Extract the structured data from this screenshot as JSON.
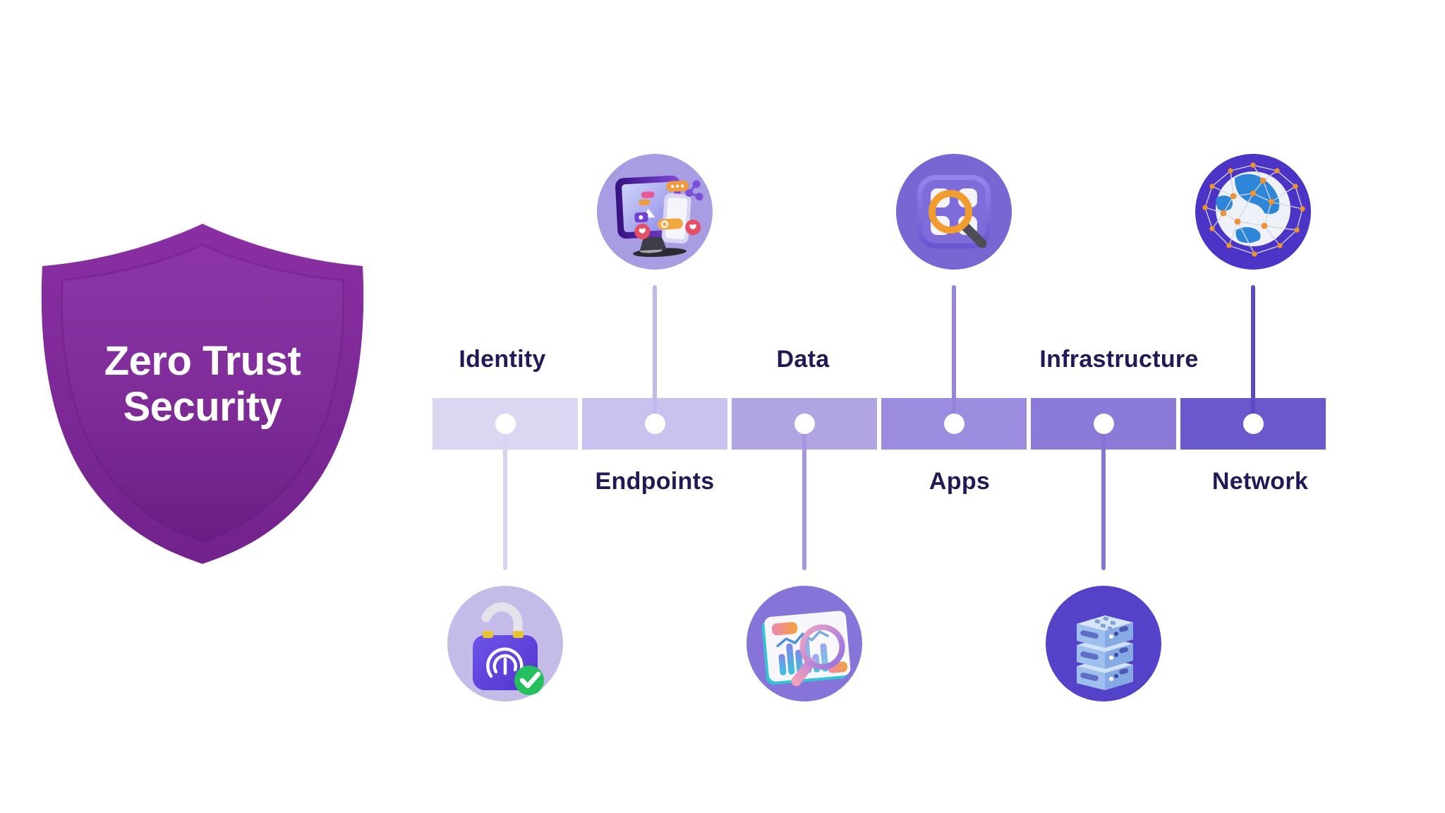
{
  "title": {
    "line1": "Zero Trust",
    "line2": "Security"
  },
  "theme": {
    "background": "#ffffff",
    "label_color": "#221a57",
    "dot_color": "#ffffff",
    "shield_purple": "#7e2b98",
    "shield_purple_dark": "#6a1e85",
    "shield_text_color": "#ffffff"
  },
  "pillars": [
    {
      "label": "Identity",
      "icon": "fingerprint-lock-icon",
      "label_position": "above-bar",
      "icon_position": "below-bar",
      "segment_color": "#dcd6f3",
      "connector_color": "#d9d2f2",
      "icon_bg": "#c5bbe9"
    },
    {
      "label": "Endpoints",
      "icon": "monitor-devices-icon",
      "label_position": "below-bar",
      "icon_position": "above-bar",
      "segment_color": "#cbc1ee",
      "connector_color": "#c3b8eb",
      "icon_bg": "#a89de2"
    },
    {
      "label": "Data",
      "icon": "chart-magnifier-icon",
      "label_position": "above-bar",
      "icon_position": "below-bar",
      "segment_color": "#b1a4e2",
      "connector_color": "#a695e0",
      "icon_bg": "#8674d8"
    },
    {
      "label": "Apps",
      "icon": "app-grid-magnifier-icon",
      "label_position": "below-bar",
      "icon_position": "above-bar",
      "segment_color": "#9c8ce0",
      "connector_color": "#9583dd",
      "icon_bg": "#7866d2"
    },
    {
      "label": "Infrastructure",
      "icon": "server-stack-icon",
      "label_position": "above-bar",
      "icon_position": "below-bar",
      "segment_color": "#8b7ad8",
      "connector_color": "#8573d5",
      "icon_bg": "#5442c8"
    },
    {
      "label": "Network",
      "icon": "globe-network-icon",
      "label_position": "below-bar",
      "icon_position": "above-bar",
      "segment_color": "#6959cd",
      "connector_color": "#5c4ac6",
      "icon_bg": "#4b34c6"
    }
  ]
}
